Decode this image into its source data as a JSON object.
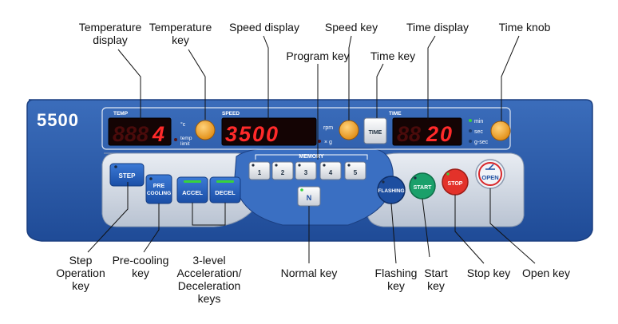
{
  "panel": {
    "model": "5500",
    "temp_label": "TEMP",
    "speed_label": "SPEED",
    "time_label": "TIME",
    "temp_value": "4",
    "temp_ghost": "888",
    "speed_value": "3500",
    "time_value": "20",
    "time_ghost": "88",
    "unit_celsius": "°c",
    "temp_limit_line1": "temp",
    "temp_limit_line2": "limit",
    "unit_rpm": "rpm",
    "unit_xg": "× g",
    "unit_min": "min",
    "unit_sec": "sec",
    "unit_gsec": "g-sec",
    "memory_label": "MEMORY",
    "memory_buttons": [
      "1",
      "2",
      "3",
      "4",
      "5"
    ],
    "time_button": "TIME",
    "step_button": "STEP",
    "precool_line1": "PRE",
    "precool_line2": "COOLING",
    "accel_button": "ACCEL",
    "decel_button": "DECEL",
    "normal_button": "N",
    "flashing_button": "FLASHING",
    "start_button": "START",
    "stop_button": "STOP",
    "open_button": "OPEN",
    "colors": {
      "panel_blue": "#2a5aa8",
      "display_red": "#ff2a2a",
      "knob_orange": "#f3a11f",
      "start_green": "#1aa06a",
      "stop_red": "#e3322a",
      "open_red": "#d8262a",
      "flashing_blue": "#1d4ea0",
      "led_green": "#37d23c"
    }
  },
  "labels": {
    "temperature_display": [
      "Temperature",
      "display"
    ],
    "temperature_key": [
      "Temperature",
      "key"
    ],
    "speed_display": [
      "Speed display"
    ],
    "speed_key": [
      "Speed key"
    ],
    "program_key": [
      "Program key"
    ],
    "time_key": [
      "Time key"
    ],
    "time_display": [
      "Time display"
    ],
    "time_knob": [
      "Time knob"
    ],
    "step_operation_key": [
      "Step",
      "Operation",
      "key"
    ],
    "precooling_key": [
      "Pre-cooling",
      "key"
    ],
    "accel_decel_keys": [
      "3-level",
      "Acceleration/",
      "Deceleration",
      "keys"
    ],
    "normal_key": [
      "Normal key"
    ],
    "flashing_key": [
      "Flashing",
      "key"
    ],
    "start_key": [
      "Start",
      "key"
    ],
    "stop_key": [
      "Stop key"
    ],
    "open_key": [
      "Open key"
    ]
  }
}
